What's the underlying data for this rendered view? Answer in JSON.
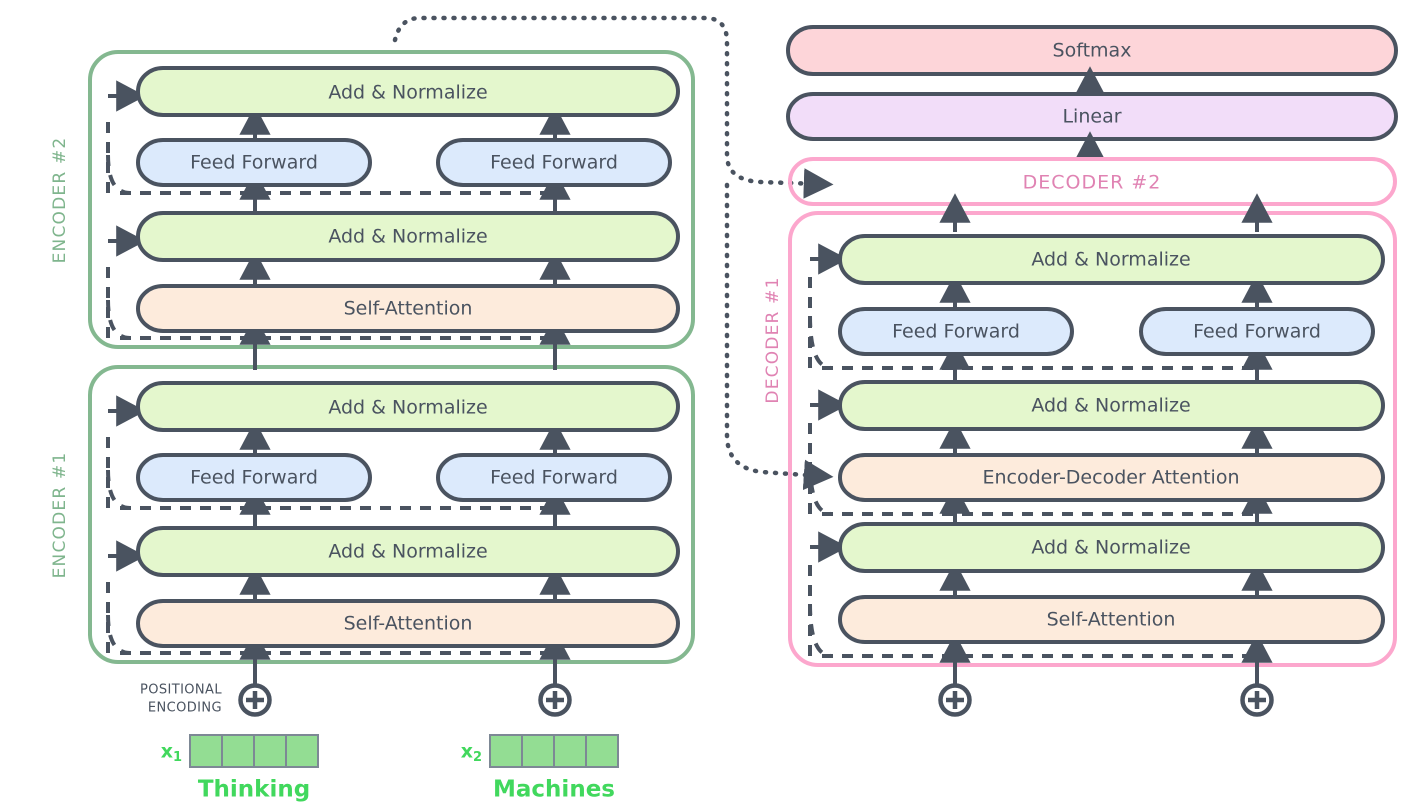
{
  "title": "Transformer Encoder-Decoder Architecture Diagram",
  "colors": {
    "green_fill": "#e4f7cd",
    "blue_fill": "#dceafc",
    "orange_fill": "#fdebdc",
    "pink_fill": "#fdd5d9",
    "purple_fill": "#f2ddf9",
    "encoder_border": "#84b890",
    "decoder_border": "#fca7cd",
    "stroke": "#4a5360",
    "token_green": "#93dd93",
    "word_green": "#41d85d",
    "decoder_label": "#e083b3",
    "encoder_label": "#7fb58d"
  },
  "encoder": {
    "stack": [
      {
        "group_label": "ENCODER #2",
        "rows": [
          {
            "kind": "wide",
            "label": "Add & Normalize"
          },
          {
            "kind": "split",
            "label": "Feed Forward"
          },
          {
            "kind": "wide",
            "label": "Add & Normalize"
          },
          {
            "kind": "wide",
            "label": "Self-Attention"
          }
        ]
      },
      {
        "group_label": "ENCODER #1",
        "rows": [
          {
            "kind": "wide",
            "label": "Add & Normalize"
          },
          {
            "kind": "split",
            "label": "Feed Forward"
          },
          {
            "kind": "wide",
            "label": "Add & Normalize"
          },
          {
            "kind": "wide",
            "label": "Self-Attention"
          }
        ]
      }
    ]
  },
  "decoder": {
    "output_blocks": [
      {
        "label": "Softmax",
        "fill": "#fdd5d9"
      },
      {
        "label": "Linear",
        "fill": "#f2ddf9"
      }
    ],
    "decoder2_label": "DECODER #2",
    "decoder1_label": "DECODER #1",
    "rows": [
      {
        "kind": "wide",
        "label": "Add & Normalize"
      },
      {
        "kind": "split",
        "label": "Feed Forward"
      },
      {
        "kind": "wide",
        "label": "Add & Normalize"
      },
      {
        "kind": "wide",
        "label": "Encoder-Decoder Attention"
      },
      {
        "kind": "wide",
        "label": "Add & Normalize"
      },
      {
        "kind": "wide",
        "label": "Self-Attention"
      }
    ]
  },
  "inputs": {
    "positional_encoding_line1": "POSITIONAL",
    "positional_encoding_line2": "ENCODING",
    "plus_symbol": "plus-circle-icon",
    "tokens": [
      {
        "var": "x",
        "sub": "1",
        "word": "Thinking",
        "cells": 4
      },
      {
        "var": "x",
        "sub": "2",
        "word": "Machines",
        "cells": 4
      }
    ]
  }
}
